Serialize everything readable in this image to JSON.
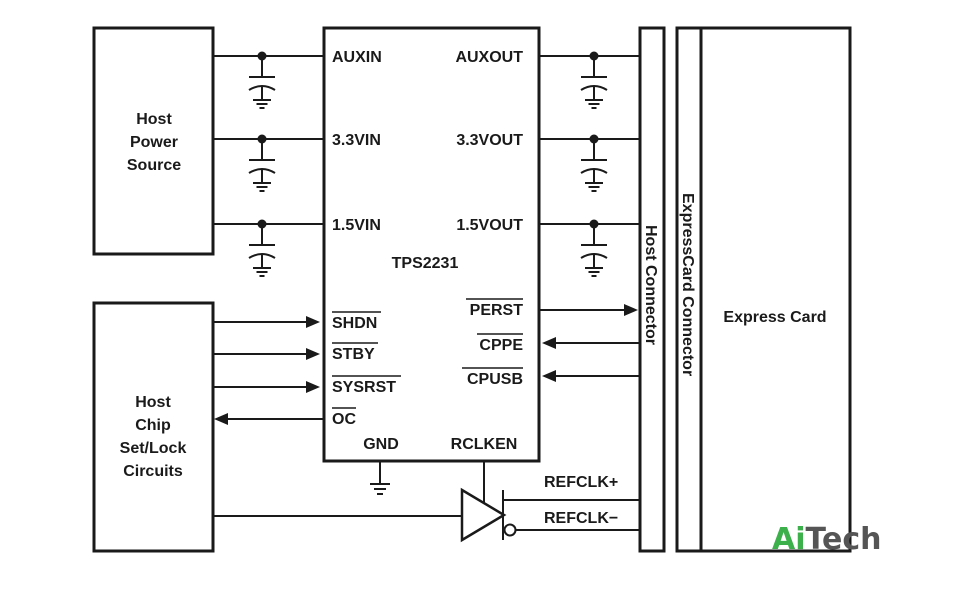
{
  "blocks": {
    "host_power_source": [
      "Host",
      "Power",
      "Source"
    ],
    "host_chip": [
      "Host",
      "Chip",
      "Set/Lock",
      "Circuits"
    ],
    "express_card": "Express Card",
    "host_connector": "Host Connector",
    "expresscard_connector": "ExpressCard Connector"
  },
  "ic": {
    "name": "TPS2231",
    "pins_left_power": [
      "AUXIN",
      "3.3VIN",
      "1.5VIN"
    ],
    "pins_right_power": [
      "AUXOUT",
      "3.3VOUT",
      "1.5VOUT"
    ],
    "pins_left_control": [
      "SHDN",
      "STBY",
      "SYSRST",
      "OC"
    ],
    "pins_right_control": [
      "PERST",
      "CPPE",
      "CPUSB"
    ],
    "pin_gnd": "GND",
    "pin_rclken": "RCLKEN"
  },
  "signals": {
    "refclk_plus": "REFCLK+",
    "refclk_minus": "REFCLK−"
  },
  "watermark": {
    "part1": "Ai",
    "part2": "Tech",
    "color1": "#3cb04a",
    "color2": "#555555"
  }
}
